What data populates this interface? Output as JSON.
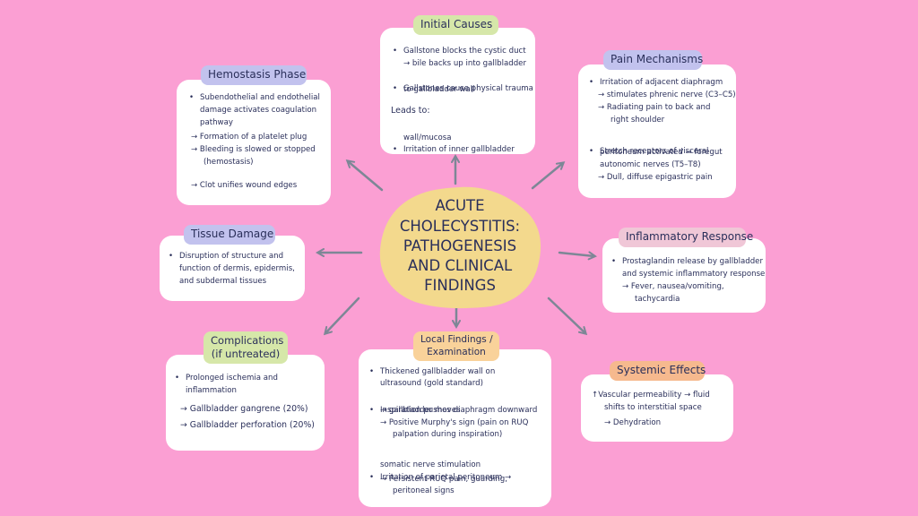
{
  "center": {
    "line1": "ACUTE",
    "line2": "CHOLECYSTITIS:",
    "line3": "PATHOGENESIS",
    "line4": "AND CLINICAL",
    "line5": "FINDINGS"
  },
  "initial_causes": {
    "title": "Initial Causes",
    "l1": "Gallstone blocks the cystic duct",
    "l2": "→ bile backs up into gallbladder",
    "l3": "Gallstones cause physical trauma",
    "l4": "to gallbladder wall",
    "l5": "Leads to:",
    "l6": "Irritation of inner gallbladder",
    "l7": "wall/mucosa"
  },
  "hemostasis": {
    "title": "Hemostasis Phase",
    "l1": "Subendothelial and endothelial",
    "l2": "damage activates coagulation",
    "l3": "pathway",
    "l4": "→ Formation of a platelet plug",
    "l5": "→ Bleeding is slowed or stopped",
    "l6": "(hemostasis)",
    "l7": "→ Clot unifies wound edges"
  },
  "pain": {
    "title": "Pain Mechanisms",
    "l1": "Irritation of adjacent diaphragm",
    "l2": "→ stimulates phrenic nerve (C3–C5)",
    "l3": "→ Radiating pain to back and",
    "l4": "right shoulder",
    "l5": "Stretch receptors of visceral",
    "l6": "peritoneum activated → foregut",
    "l7": "autonomic nerves (T5–T8)",
    "l8": "→ Dull, diffuse epigastric pain"
  },
  "tissue": {
    "title": "Tissue Damage",
    "l1": "Disruption of structure and",
    "l2": "function of dermis, epidermis,",
    "l3": "and subdermal tissues"
  },
  "inflammatory": {
    "title": "Inflammatory Response",
    "l1": "Prostaglandin release by gallbladder",
    "l2": "and systemic inflammatory response",
    "l3": "→ Fever, nausea/vomiting,",
    "l4": "tachycardia"
  },
  "complications": {
    "title1": "Complications",
    "title2": "(if untreated)",
    "l1": "Prolonged ischemia and",
    "l2": "inflammation",
    "l3": "→ Gallbladder gangrene (20%)",
    "l4": "→ Gallbladder perforation (20%)"
  },
  "local": {
    "title1": "Local Findings /",
    "title2": "Examination",
    "l1": "Thickened gallbladder wall on",
    "l2": "ultrasound (gold standard)",
    "l3": "Inspiration pushes diaphragm downward",
    "l4": "→ gallbladder moves",
    "l5": "→ Positive Murphy's sign (pain on RUQ",
    "l6": "palpation during inspiration)",
    "l7": "Irritation of parietal peritoneum →",
    "l8": "somatic nerve stimulation",
    "l9": "→ Persistent RUQ pain, guarding,",
    "l10": "peritoneal signs"
  },
  "systemic": {
    "title": "Systemic Effects",
    "l1": "↑Vascular permeability → fluid",
    "l2": "shifts to interstitial space",
    "l3": "→ Dehydration"
  },
  "colors": {
    "background": "#fb9fd3",
    "center_blob": "#f3d98d",
    "arrow": "#7d8796",
    "tag_green": "#d6e7a9",
    "tag_purple": "#c2c2ee",
    "tag_pink": "#f0c7d7",
    "tag_orange": "#f6b98e"
  }
}
